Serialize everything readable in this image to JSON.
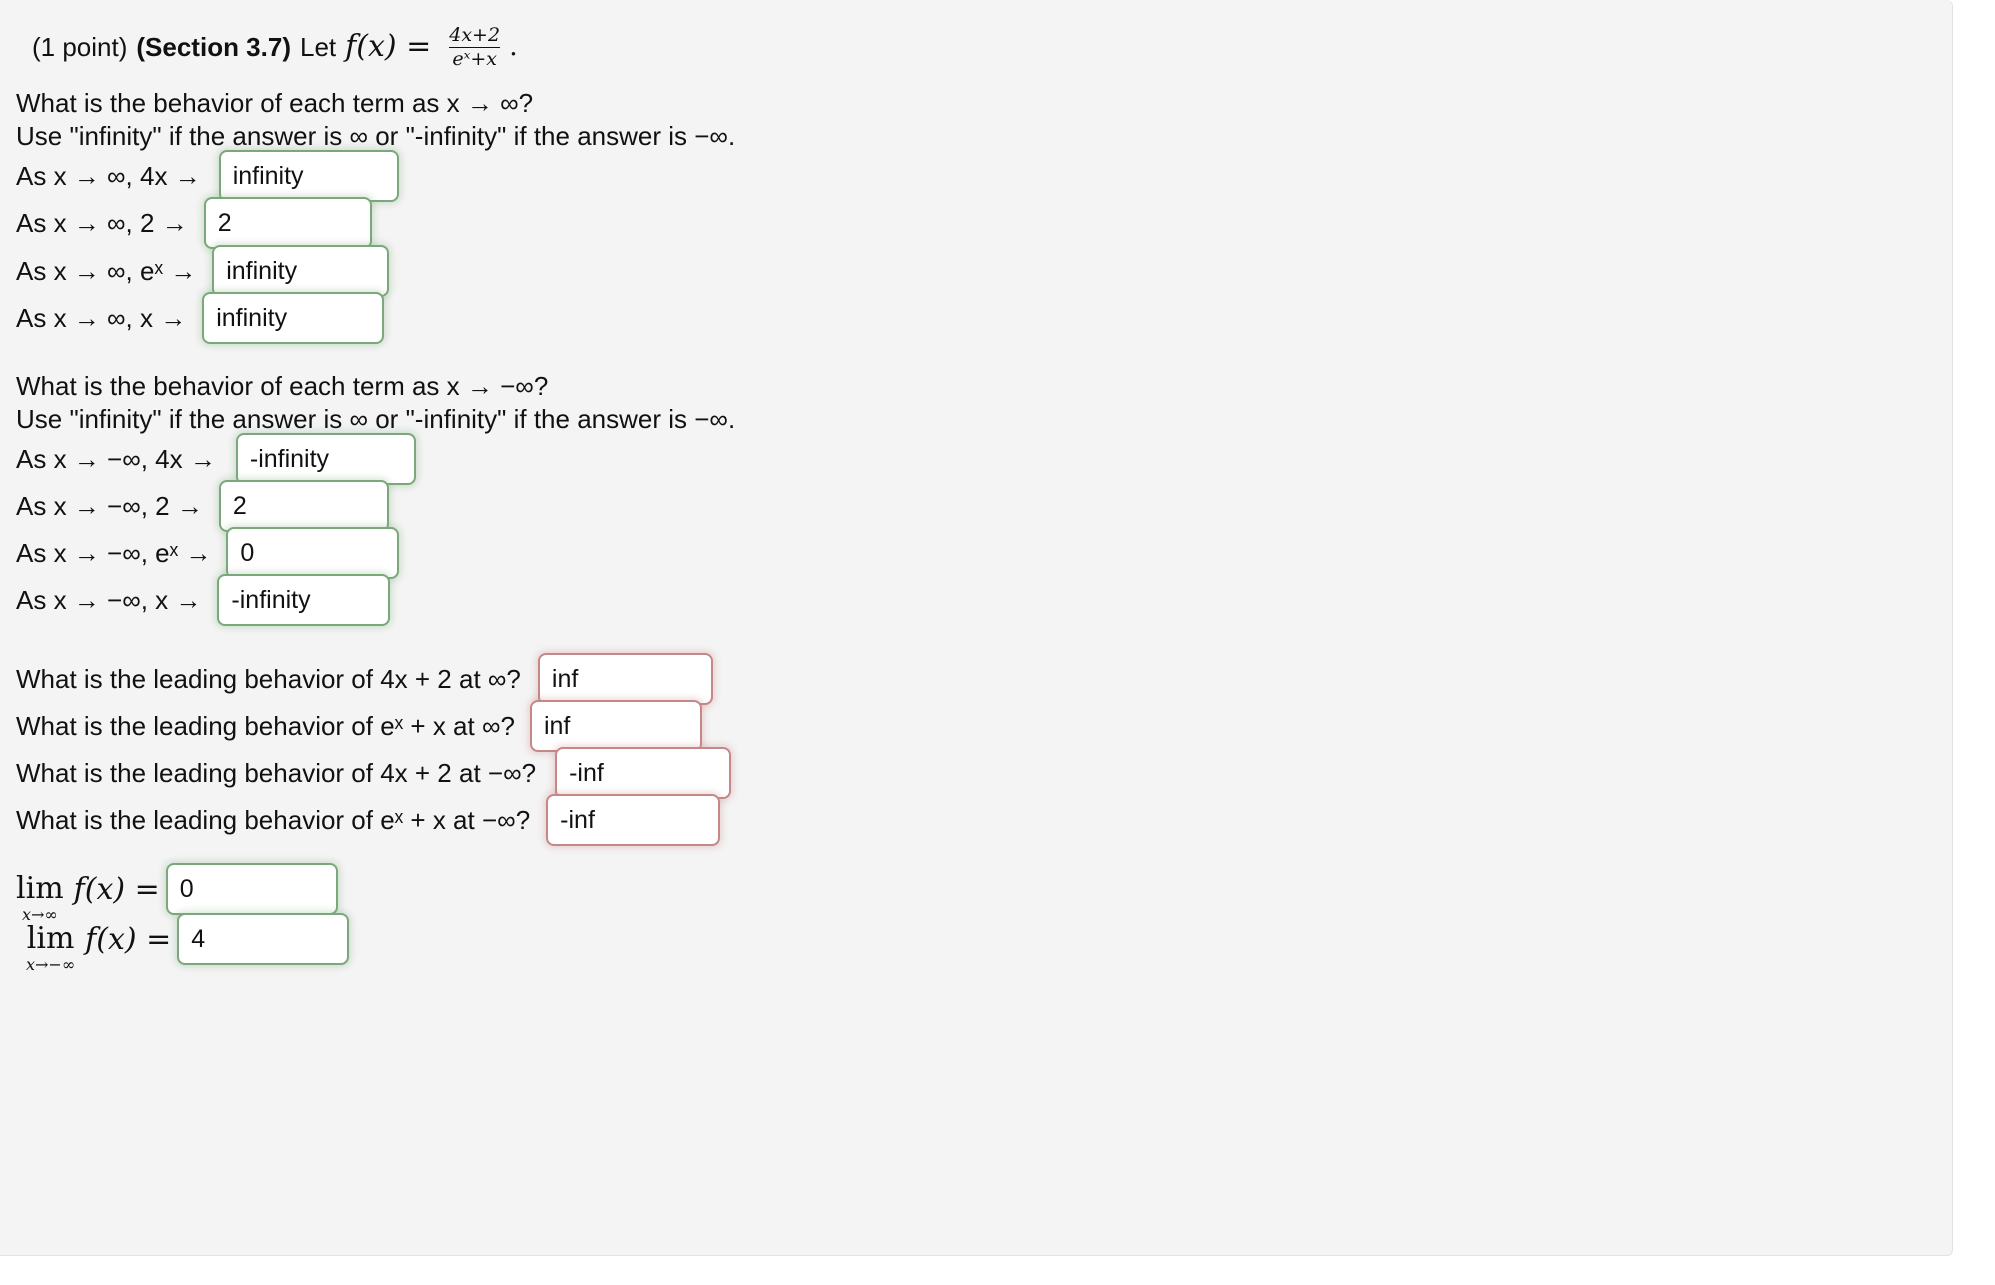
{
  "problem": {
    "points_label": "(1 point)",
    "section_label": "(Section 3.7)",
    "let_label": "Let",
    "function_name": "f(x) =",
    "fraction_numerator": "4x+2",
    "fraction_denominator": "eˣ+x",
    "period": "."
  },
  "section_pos_inf": {
    "question": "What is the behavior of each term as x → ∞?",
    "instruction": "Use \"infinity\" if the answer is ∞ or \"-infinity\" if the answer is −∞.",
    "rows": [
      {
        "label": "As x → ∞, 4x →",
        "value": "infinity",
        "status": "correct"
      },
      {
        "label": "As x → ∞, 2 →",
        "value": "2",
        "status": "correct"
      },
      {
        "label": "As x → ∞, eˣ →",
        "value": "infinity",
        "status": "correct"
      },
      {
        "label": "As x → ∞, x →",
        "value": "infinity",
        "status": "correct"
      }
    ]
  },
  "section_neg_inf": {
    "question": "What is the behavior of each term as x → −∞?",
    "instruction": "Use \"infinity\" if the answer is ∞ or \"-infinity\" if the answer is −∞.",
    "rows": [
      {
        "label": "As x → −∞, 4x →",
        "value": "-infinity",
        "status": "correct"
      },
      {
        "label": "As x → −∞, 2 →",
        "value": "2",
        "status": "correct"
      },
      {
        "label": "As x → −∞, eˣ →",
        "value": "0",
        "status": "correct"
      },
      {
        "label": "As x → −∞, x →",
        "value": "-infinity",
        "status": "correct"
      }
    ]
  },
  "section_leading": {
    "rows": [
      {
        "label": "What is the leading behavior of 4x + 2 at ∞?",
        "value": "inf",
        "status": "incorrect"
      },
      {
        "label": "What is the leading behavior of eˣ + x at ∞?",
        "value": "inf",
        "status": "incorrect"
      },
      {
        "label": "What is the leading behavior of 4x + 2 at −∞?",
        "value": "-inf",
        "status": "incorrect"
      },
      {
        "label": "What is the leading behavior of eˣ + x at −∞?",
        "value": "-inf",
        "status": "incorrect"
      }
    ]
  },
  "section_limits": {
    "rows": [
      {
        "lim": "lim",
        "sub": "x→∞",
        "expr": "f(x) =",
        "value": "0",
        "status": "correct"
      },
      {
        "lim": "lim",
        "sub": "x→−∞",
        "expr": "f(x) =",
        "value": "4",
        "status": "correct"
      }
    ]
  },
  "colors": {
    "correct_border": "#7ba87b",
    "incorrect_border": "#c58787",
    "panel_background": "#f4f4f4",
    "text": "#111111"
  }
}
